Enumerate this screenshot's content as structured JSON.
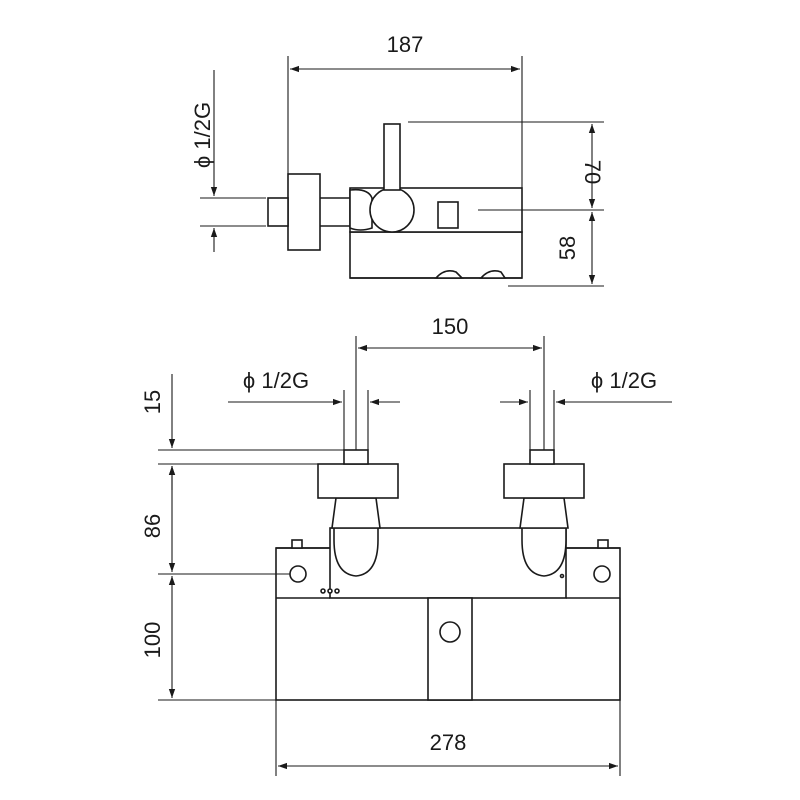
{
  "dimensions": {
    "top_width": "187",
    "top_height_upper": "70",
    "top_height_lower": "58",
    "top_thread": "ϕ 1/2G",
    "inlet_spacing": "150",
    "left_thread": "ϕ 1/2G",
    "right_thread": "ϕ 1/2G",
    "nipple_length": "15",
    "upper_height": "86",
    "lower_height": "100",
    "total_width": "278"
  },
  "colors": {
    "line": "#1a1a1a",
    "background": "#ffffff"
  }
}
